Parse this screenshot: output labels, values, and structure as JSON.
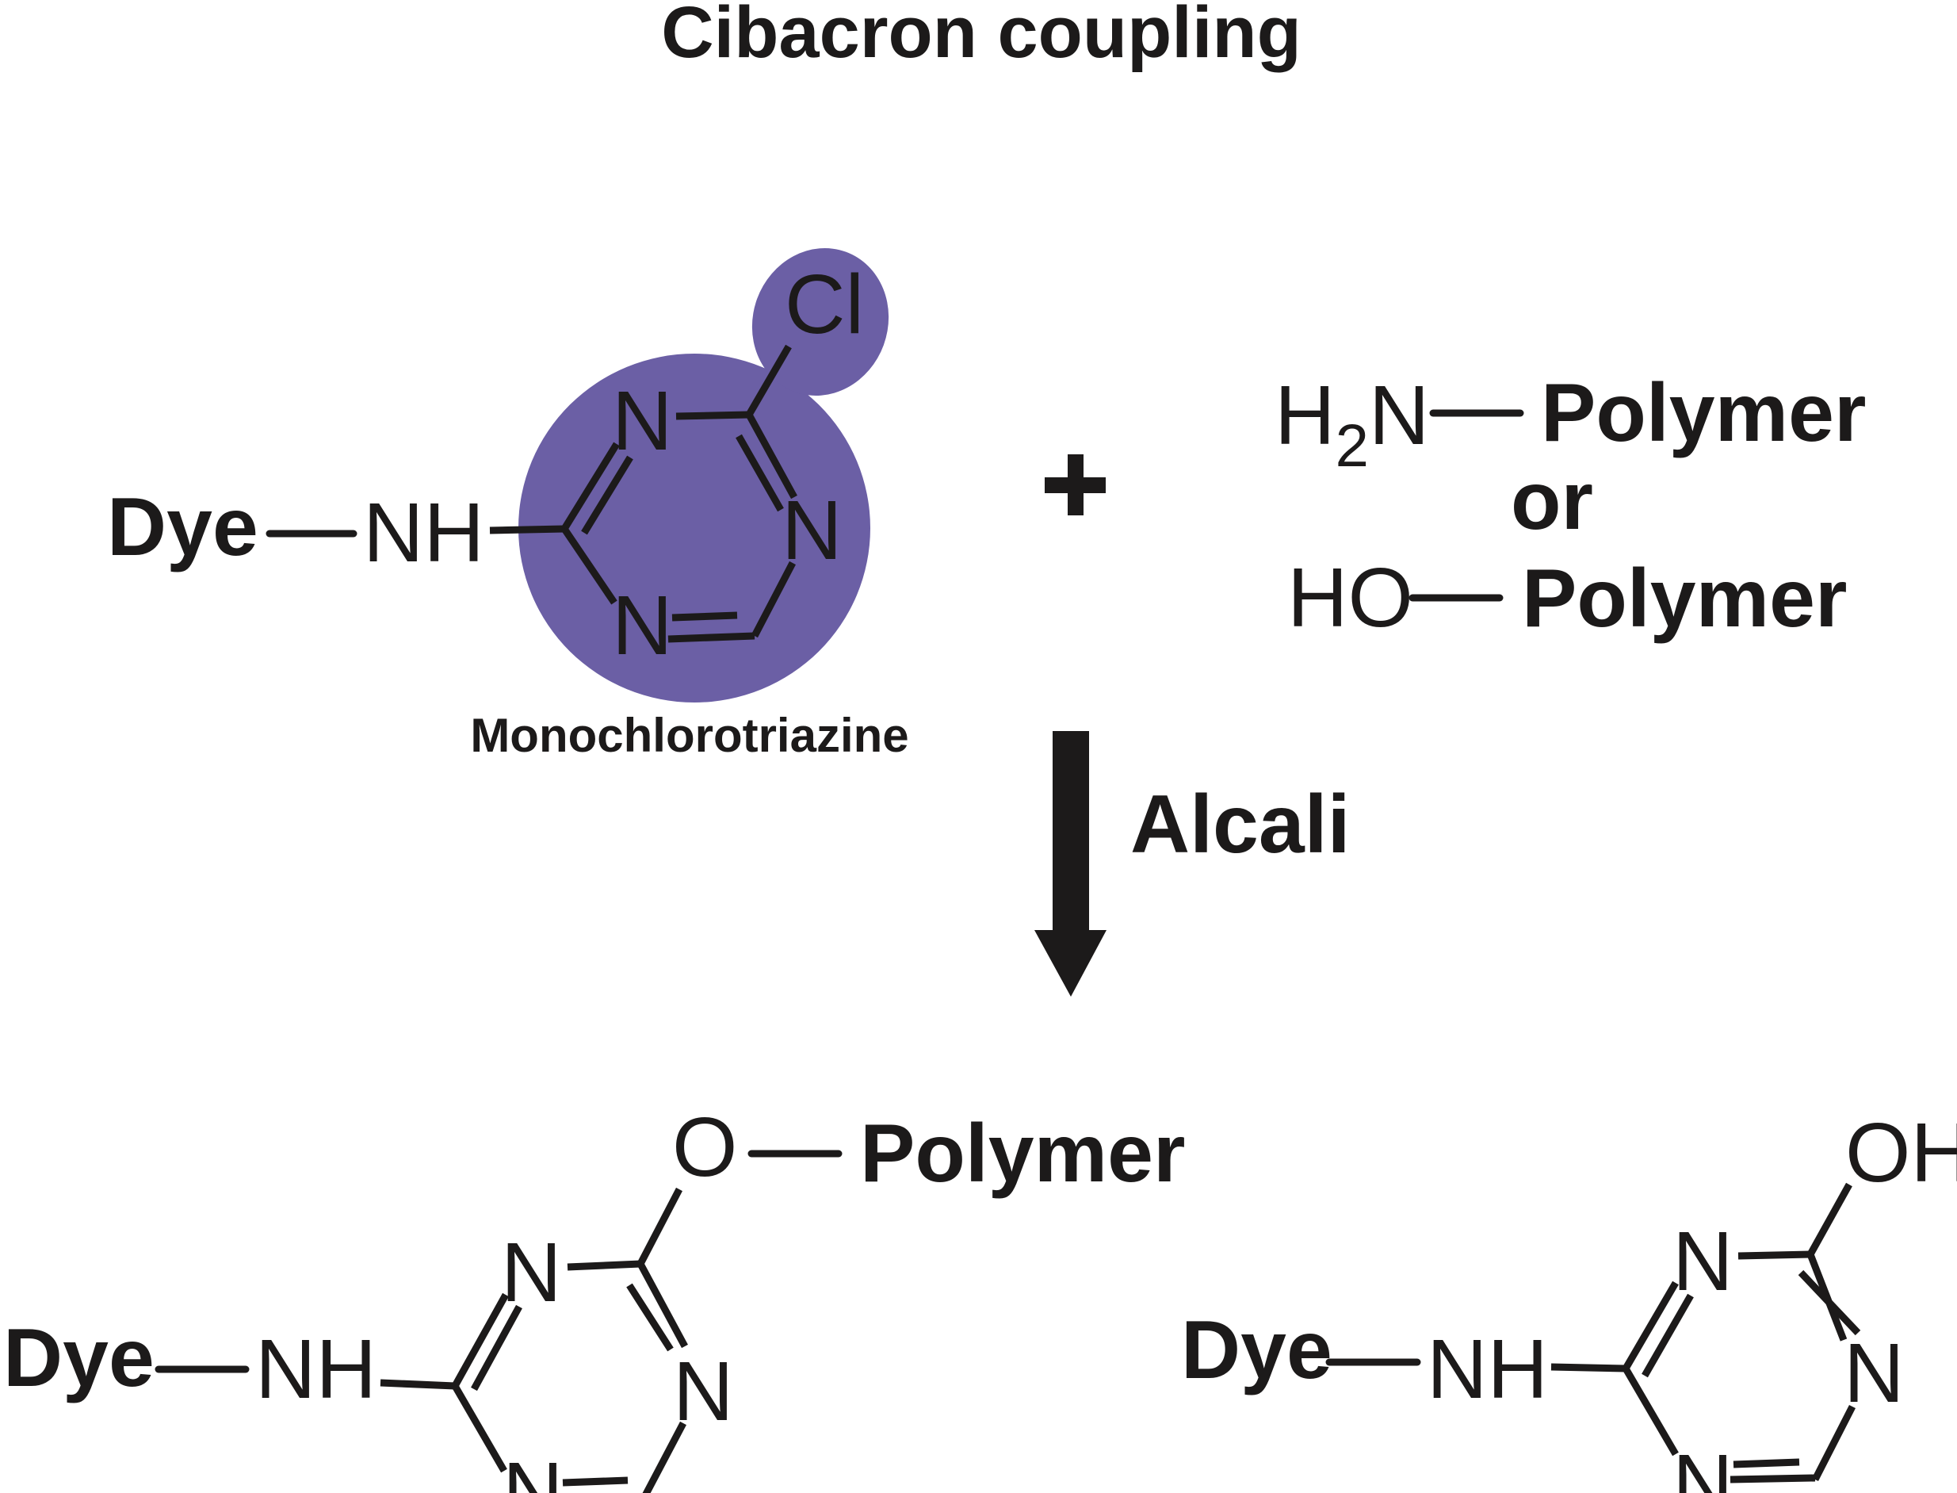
{
  "title": "Cibacron coupling",
  "colors": {
    "highlight": "#6b5fa5",
    "ink": "#1c1a1a",
    "background": "#ffffff"
  },
  "reactant_dye": {
    "dye_label": "Dye",
    "nh_label": "NH",
    "ring_atoms": [
      "N",
      "N",
      "N"
    ],
    "substituent": "Cl",
    "caption": "Monochlorotriazine"
  },
  "plus_sign": "+",
  "reactant_polymer": {
    "amine": {
      "group_main": "H",
      "group_sub": "2",
      "group_tail": "N",
      "polymer": "Polymer"
    },
    "connector": "or",
    "hydroxyl": {
      "group": "HO",
      "polymer": "Polymer"
    }
  },
  "reaction_arrow": {
    "icon": "down-arrow-icon",
    "condition": "Alcali"
  },
  "product_bound": {
    "dye_label": "Dye",
    "nh_label": "NH",
    "ring_atoms": [
      "N",
      "N",
      "N"
    ],
    "substituent_atom": "O",
    "substituent_polymer": "Polymer"
  },
  "product_hydrolyzed": {
    "dye_label": "Dye",
    "nh_label": "NH",
    "ring_atoms": [
      "N",
      "N",
      "N"
    ],
    "substituent": "OH"
  }
}
